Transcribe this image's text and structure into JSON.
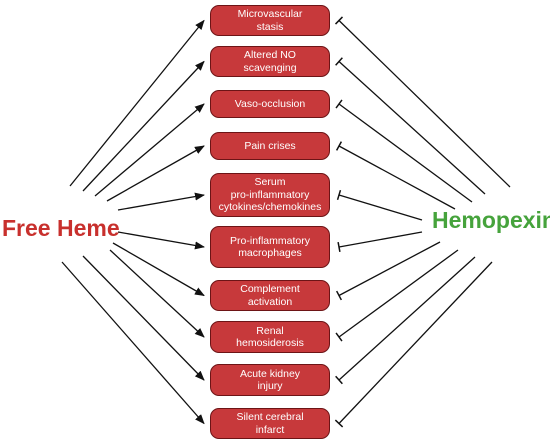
{
  "colors": {
    "box_fill": "#c7393b",
    "box_border": "#6d1416",
    "heme": "#c8302d",
    "hemopexin": "#46a33c",
    "arrow": "#111111"
  },
  "left_label": "Free Heme",
  "right_label": "Hemopexin",
  "outcomes": [
    "Microvascular\nstasis",
    "Altered NO\nscavenging",
    "Vaso-occlusion",
    "Pain crises",
    "Serum\npro-inflammatory\ncytokines/chemokines",
    "Pro-inflammatory\nmacrophages",
    "Complement\nactivation",
    "Renal\nhemosiderosis",
    "Acute kidney\ninjury",
    "Silent cerebral\ninfarct"
  ]
}
